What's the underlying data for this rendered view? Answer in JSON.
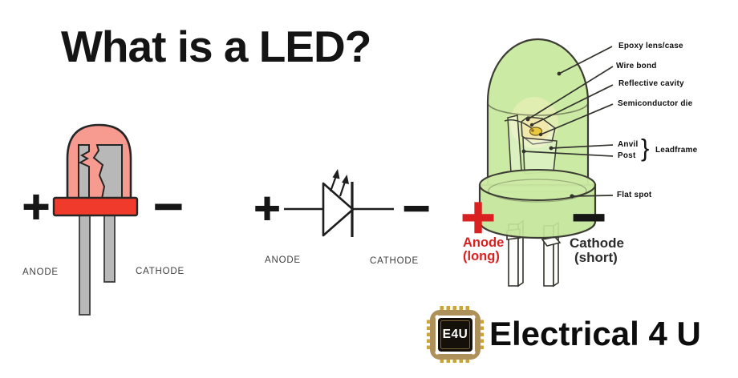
{
  "title": "What is a LED?",
  "physical_led": {
    "plus": "+",
    "minus": "−",
    "anode": "ANODE",
    "cathode": "CATHODE"
  },
  "symbol_led": {
    "plus": "+",
    "minus": "−",
    "anode": "ANODE",
    "cathode": "CATHODE"
  },
  "cutaway_led": {
    "callouts": {
      "epoxy": "Epoxy lens/case",
      "wire_bond": "Wire bond",
      "reflective_cavity": "Reflective cavity",
      "semiconductor_die": "Semiconductor die",
      "anvil": "Anvil",
      "post": "Post",
      "brace": "}",
      "leadframe": "Leadframe",
      "flat_spot": "Flat spot"
    },
    "plus": "+",
    "minus": "−",
    "anode_label": "Anode",
    "anode_note": "(long)",
    "cathode_label": "Cathode",
    "cathode_note": "(short)"
  },
  "logo": {
    "chip_text": "E4U",
    "brand": "Electrical 4 U"
  },
  "colors": {
    "led_body_pink": "#f79a90",
    "led_flange_red": "#f03b2c",
    "led_lead_gray": "#b8b8b8",
    "cutaway_body_green": "#cbeaa3",
    "cutaway_flange_green": "#c3e599",
    "cutaway_die_yellow": "#e9c83e",
    "anode_red": "#d92121",
    "text_black": "#1b1b1b",
    "label_gray": "#3f3f3f",
    "logo_gold": "#ad905a",
    "logo_pin_gold": "#c9a53b"
  }
}
